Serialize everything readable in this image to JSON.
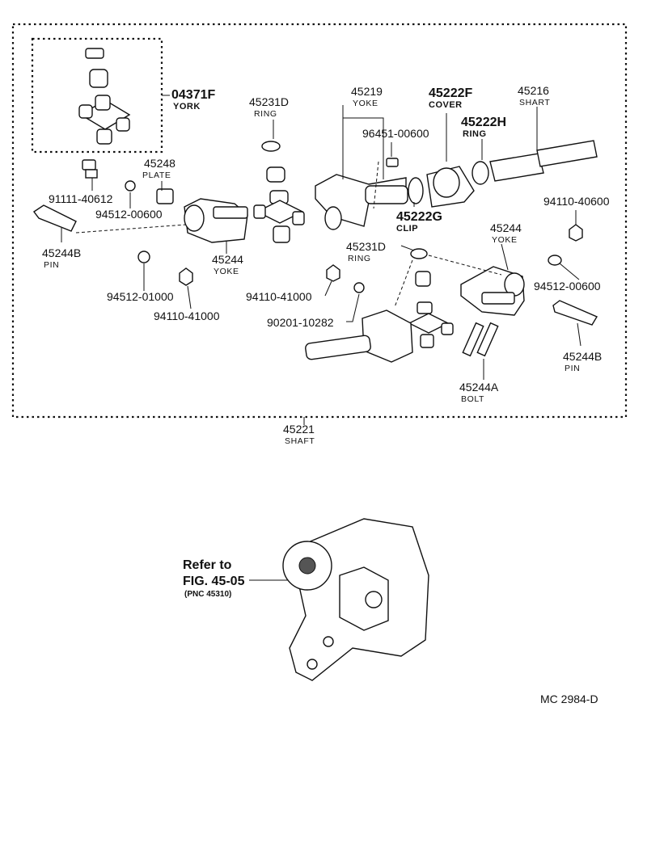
{
  "diagram_code": "MC  2984-D",
  "callouts": {
    "c04371F": {
      "num": "04371F",
      "name": "YORK"
    },
    "c45231D_top": {
      "num": "45231D",
      "name": "RING"
    },
    "c45219": {
      "num": "45219",
      "name": "YOKE"
    },
    "c45222F": {
      "num": "45222F",
      "name": "COVER"
    },
    "c45216": {
      "num": "45216",
      "name": "SHART"
    },
    "c96451": {
      "num": "96451-00600"
    },
    "c45222H": {
      "num": "45222H",
      "name": "RING"
    },
    "c45248": {
      "num": "45248",
      "name": "PLATE"
    },
    "c91111": {
      "num": "91111-40612"
    },
    "c94512_top": {
      "num": "94512-00600"
    },
    "c45222G": {
      "num": "45222G",
      "name": "CLIP"
    },
    "c94110_right": {
      "num": "94110-40600"
    },
    "c45244B_left": {
      "num": "45244B",
      "name": "PIN"
    },
    "c45244_mid": {
      "num": "45244",
      "name": "YOKE"
    },
    "c45231D_mid": {
      "num": "45231D",
      "name": "RING"
    },
    "c45244_right": {
      "num": "45244",
      "name": "YOKE"
    },
    "c94512_right": {
      "num": "94512-00600"
    },
    "c94512_01000": {
      "num": "94512-01000"
    },
    "c94110_41000_a": {
      "num": "94110-41000"
    },
    "c94110_41000_b": {
      "num": "94110-41000"
    },
    "c90201": {
      "num": "90201-10282"
    },
    "c45244B_right": {
      "num": "45244B",
      "name": "PIN"
    },
    "c45244A": {
      "num": "45244A",
      "name": "BOLT"
    },
    "c45221": {
      "num": "45221",
      "name": "SHAFT"
    }
  },
  "reference": {
    "line1": "Refer to",
    "line2": "FIG. 45-05",
    "line3": "(PNC 45310)"
  }
}
